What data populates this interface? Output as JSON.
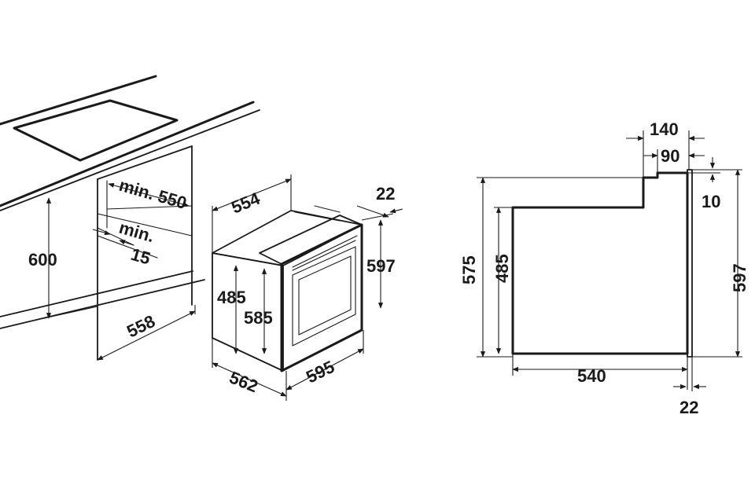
{
  "installation_view": {
    "labels": {
      "min_550": "min. 550",
      "min": "min.",
      "min_15": "15",
      "h600": "600",
      "w558": "558",
      "w554": "554",
      "g22": "22",
      "h597": "597",
      "h485": "485",
      "h585": "585",
      "d562": "562",
      "w595": "595"
    }
  },
  "side_view": {
    "labels": {
      "t140": "140",
      "t90": "90",
      "t10": "10",
      "h575": "575",
      "h485": "485",
      "h597": "597",
      "w540": "540",
      "b22": "22"
    }
  },
  "colors": {
    "line": "#1a1a1a",
    "background": "#ffffff"
  }
}
